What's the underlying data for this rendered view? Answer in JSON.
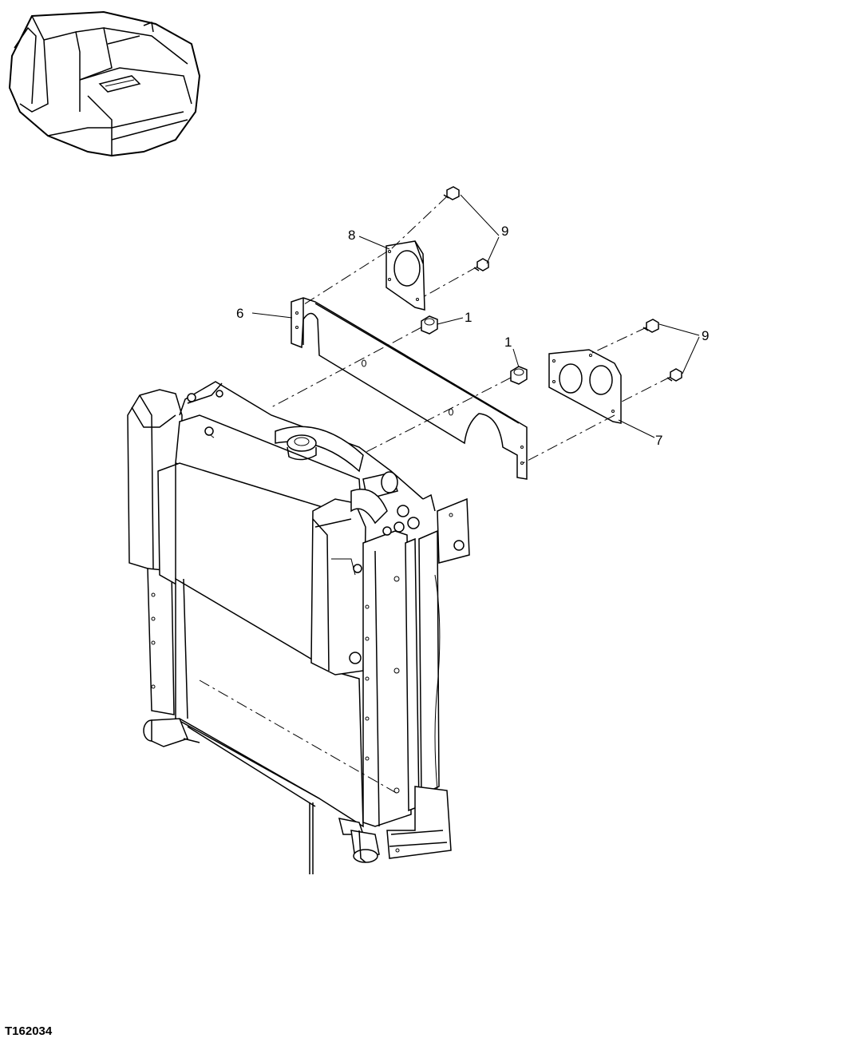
{
  "figure": {
    "id": "T162034",
    "callouts": [
      {
        "key": "c8",
        "label": "8"
      },
      {
        "key": "c9a",
        "label": "9"
      },
      {
        "key": "c6",
        "label": "6"
      },
      {
        "key": "c1a",
        "label": "1"
      },
      {
        "key": "c1b",
        "label": "1"
      },
      {
        "key": "c9b",
        "label": "9"
      },
      {
        "key": "c7",
        "label": "7"
      }
    ]
  }
}
